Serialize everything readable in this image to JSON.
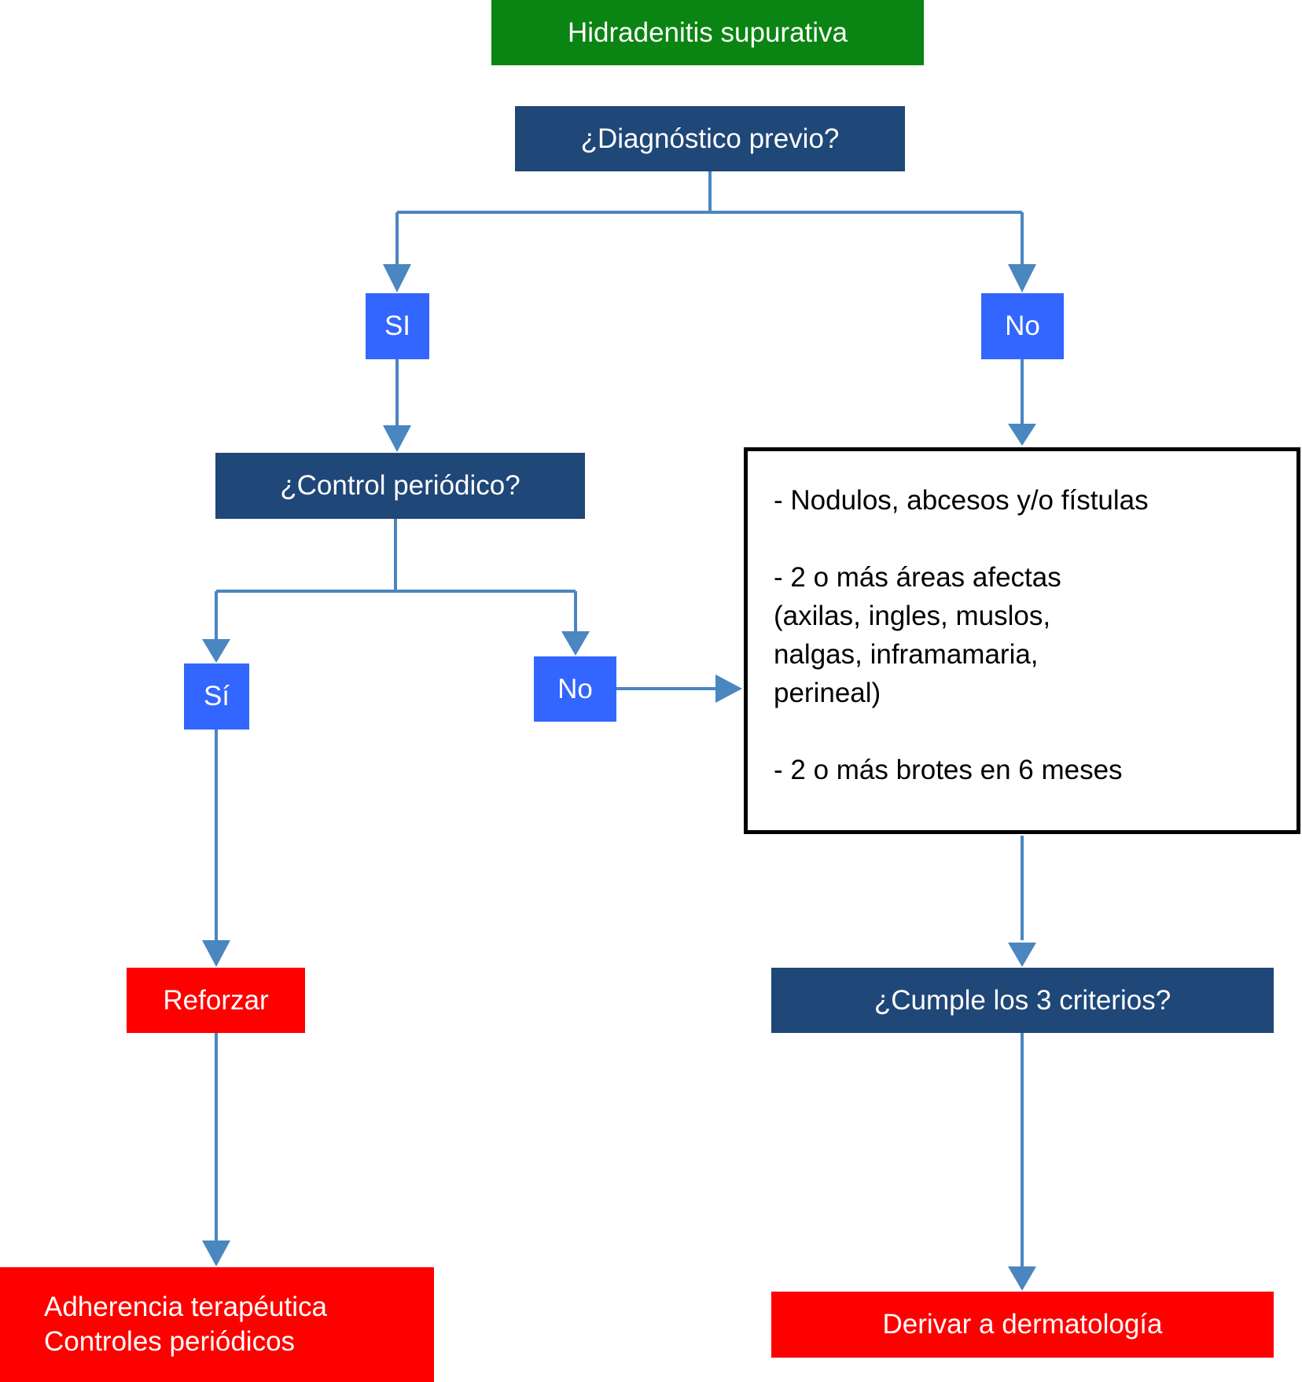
{
  "nodes": {
    "title": "Hidradenitis supurativa",
    "q_diagnosis": "¿Diagnóstico previo?",
    "yes_diagnosis": "SI",
    "no_diagnosis": "No",
    "q_control": "¿Control periódico?",
    "yes_control": "Sí",
    "no_control": "No",
    "reinforce": "Reforzar",
    "outcome_left": {
      "line1": "Adherencia terapéutica",
      "line2": "Controles periódicos"
    },
    "criteria": [
      "- Nodulos, abcesos y/o fístulas",
      "- 2 o más áreas afectas\n(axilas, ingles, muslos,\nnalgas, inframamaria,\nperineal)",
      "- 2 o más brotes en 6 meses"
    ],
    "q_criteria": "¿Cumple los 3 criterios?",
    "refer": "Derivar a dermatología"
  },
  "colors": {
    "title_green": "#0a8412",
    "question_navy": "#1f4778",
    "answer_blue": "#3366ff",
    "action_red": "#ff0000",
    "connector": "#4a86c0"
  }
}
